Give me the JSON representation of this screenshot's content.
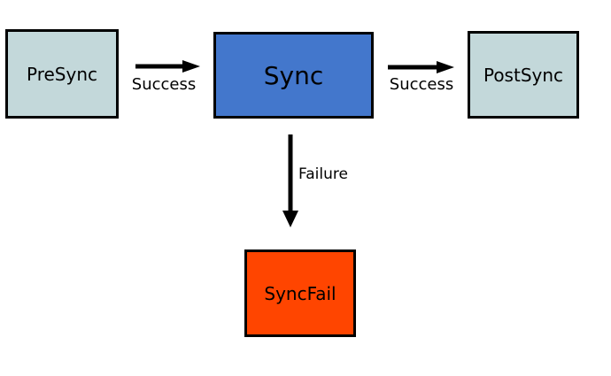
{
  "background_color": "#ffffff",
  "diagram": {
    "type": "flowchart",
    "arrow_color": "#000000",
    "node_border_color": "#000000",
    "nodes": {
      "presync": {
        "label": "PreSync",
        "fill": "#c3d8da"
      },
      "sync": {
        "label": "Sync",
        "fill": "#4377cc"
      },
      "postsync": {
        "label": "PostSync",
        "fill": "#c3d8da"
      },
      "syncfail": {
        "label": "SyncFail",
        "fill": "#ff4500"
      }
    },
    "edges": {
      "presync_to_sync": {
        "from": "PreSync",
        "to": "Sync",
        "label": "Success"
      },
      "sync_to_postsync": {
        "from": "Sync",
        "to": "PostSync",
        "label": "Success"
      },
      "sync_to_syncfail": {
        "from": "Sync",
        "to": "SyncFail",
        "label": "Failure"
      }
    }
  }
}
